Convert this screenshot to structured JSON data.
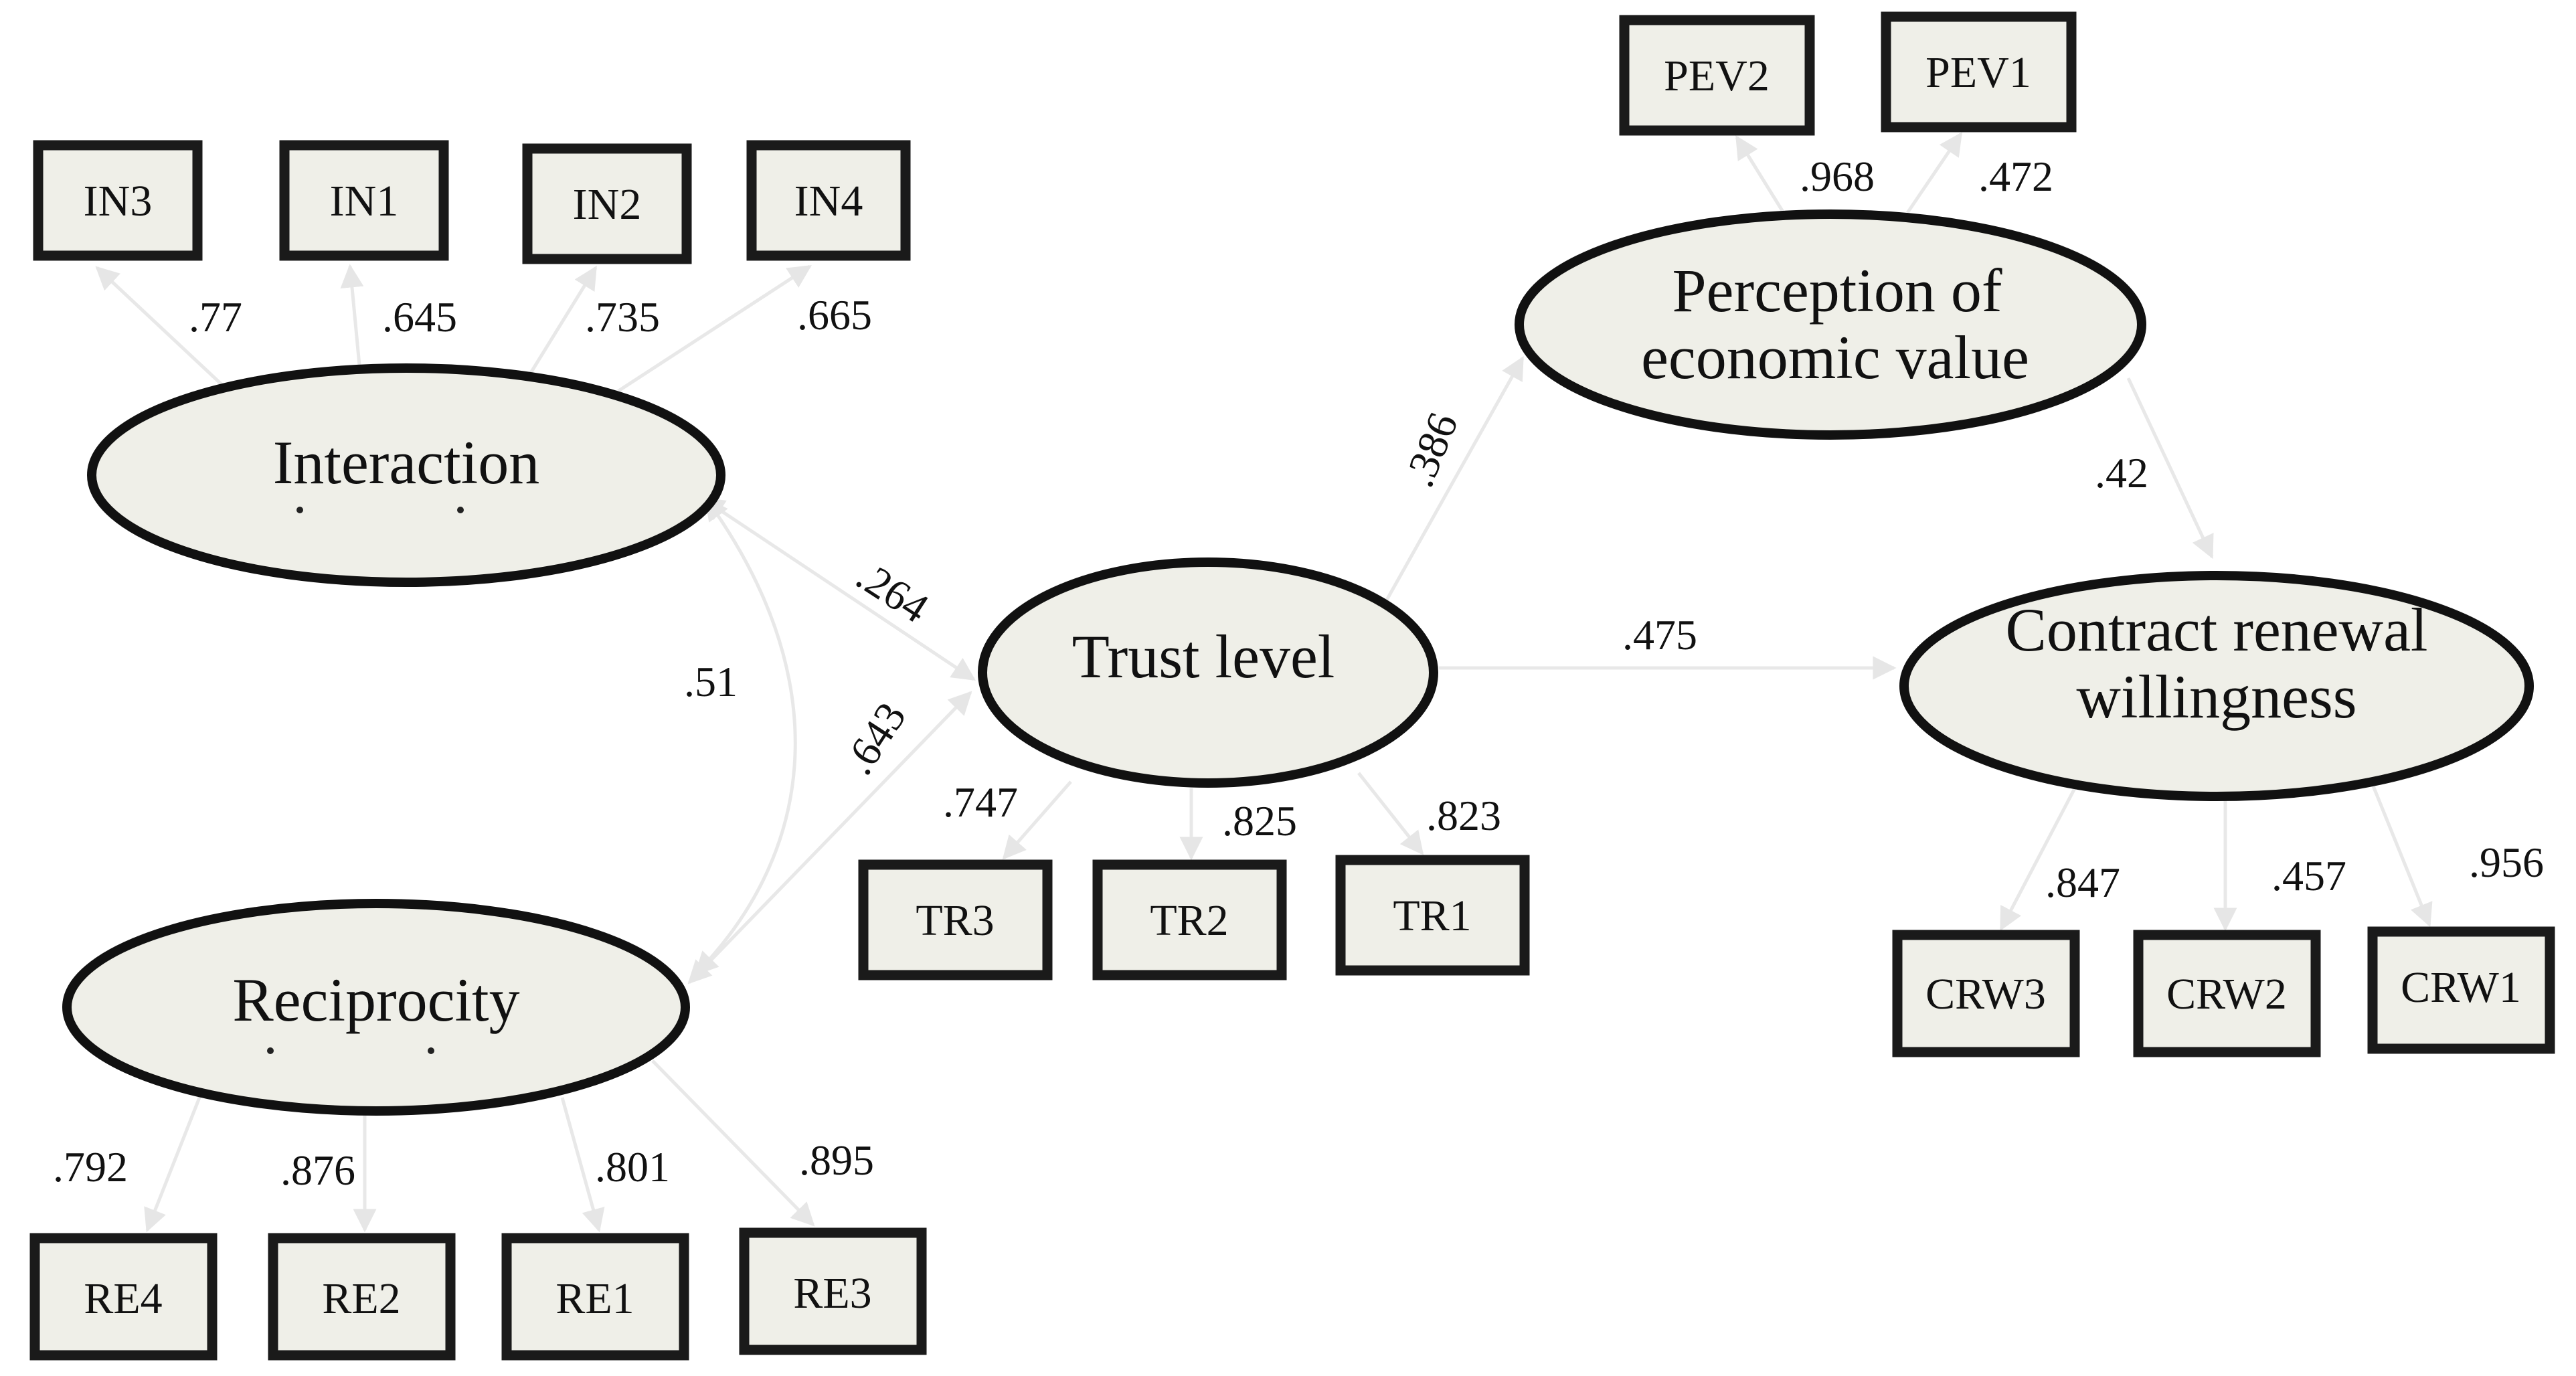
{
  "colors": {
    "node_fill": "#efefe8",
    "node_border": "#111111",
    "edge": "#e8e8e8",
    "text": "#111111"
  },
  "latent": {
    "interaction": "Interaction",
    "reciprocity": "Reciprocity",
    "trust": "Trust level",
    "pev_line1": "Perception of",
    "pev_line2": "economic value",
    "crw_line1": "Contract renewal",
    "crw_line2": "willingness"
  },
  "indicators": {
    "in3": "IN3",
    "in1": "IN1",
    "in2": "IN2",
    "in4": "IN4",
    "pev2": "PEV2",
    "pev1": "PEV1",
    "tr3": "TR3",
    "tr2": "TR2",
    "tr1": "TR1",
    "crw3": "CRW3",
    "crw2": "CRW2",
    "crw1": "CRW1",
    "re4": "RE4",
    "re2": "RE2",
    "re1": "RE1",
    "re3": "RE3"
  },
  "coefficients": {
    "in3": ".77",
    "in1": ".645",
    "in2": ".735",
    "in4": ".665",
    "pev2": ".968",
    "pev1": ".472",
    "tr3": ".747",
    "tr2": ".825",
    "tr1": ".823",
    "crw3": ".847",
    "crw2": ".457",
    "crw1": ".956",
    "re4": ".792",
    "re2": ".876",
    "re1": ".801",
    "re3": ".895",
    "interaction_trust": ".264",
    "reciprocity_trust": ".643",
    "interaction_reciprocity": ".51",
    "trust_pev": ".386",
    "pev_crw": ".42",
    "trust_crw": ".475"
  }
}
